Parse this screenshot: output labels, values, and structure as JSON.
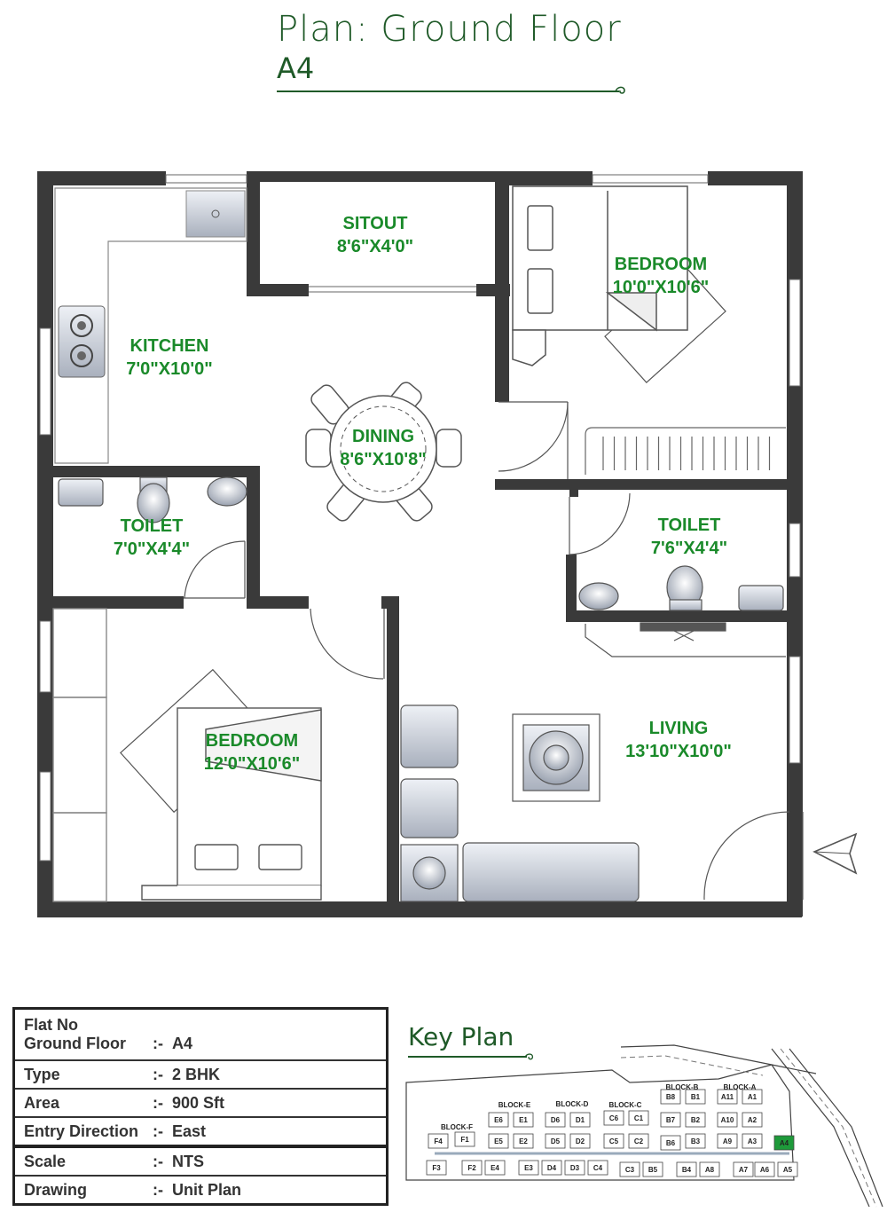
{
  "header": {
    "title": "Plan: Ground Floor",
    "unit": "A4"
  },
  "rooms": {
    "sitout": {
      "name": "SITOUT",
      "size": "8'6\"X4'0\""
    },
    "bedroom1": {
      "name": "BEDROOM",
      "size": "10'0\"X10'6\""
    },
    "kitchen": {
      "name": "KITCHEN",
      "size": "7'0\"X10'0\""
    },
    "dining": {
      "name": "DINING",
      "size": "8'6\"X10'8\""
    },
    "toilet1": {
      "name": "TOILET",
      "size": "7'0\"X4'4\""
    },
    "toilet2": {
      "name": "TOILET",
      "size": "7'6\"X4'4\""
    },
    "bedroom2": {
      "name": "BEDROOM",
      "size": "12'0\"X10'6\""
    },
    "living": {
      "name": "LIVING",
      "size": "13'10\"X10'0\""
    }
  },
  "info_table": {
    "flat_no_label": "Flat No",
    "floor_label": "Ground Floor",
    "floor_value": "A4",
    "type_label": "Type",
    "type_value": "2 BHK",
    "area_label": "Area",
    "area_value": "900 Sft",
    "entry_label": "Entry Direction",
    "entry_value": "East",
    "scale_label": "Scale",
    "scale_value": "NTS",
    "drawing_label": "Drawing",
    "drawing_value": "Unit Plan",
    "separator": ":-"
  },
  "key_plan": {
    "title": "Key Plan",
    "highlight_color": "#1e9a3a",
    "block_labels": [
      "BLOCK-F",
      "BLOCK-E",
      "BLOCK-D",
      "BLOCK-C",
      "BLOCK-B",
      "BLOCK-A"
    ],
    "units": [
      "F4",
      "F1",
      "F3",
      "F2",
      "E6",
      "E1",
      "E5",
      "E2",
      "E4",
      "E3",
      "D6",
      "D1",
      "D5",
      "D2",
      "D4",
      "D3",
      "C6",
      "C1",
      "C5",
      "C2",
      "C4",
      "C3",
      "B8",
      "B1",
      "B7",
      "B2",
      "B6",
      "B3",
      "B5",
      "B4",
      "A11",
      "A1",
      "A10",
      "A2",
      "A9",
      "A3",
      "A4",
      "A8",
      "A7",
      "A6",
      "A5"
    ]
  },
  "colors": {
    "title": "#1f5a28",
    "room_label": "#1a8a2a",
    "wall": "#3a3a3a"
  }
}
